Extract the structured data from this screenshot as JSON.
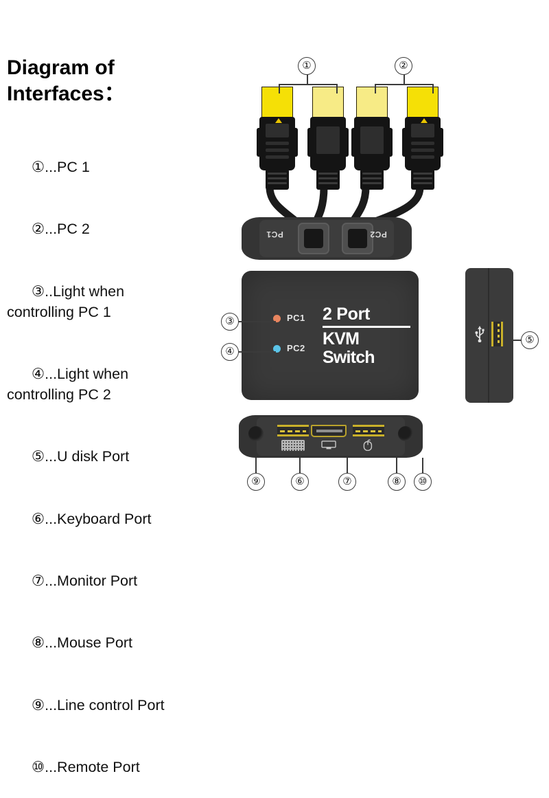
{
  "legend": {
    "title_line1": "Diagram of",
    "title_line2": "Interfaces：",
    "items": [
      {
        "marker": "①",
        "text": "...PC 1"
      },
      {
        "marker": "②",
        "text": "...PC 2"
      },
      {
        "marker": "③",
        "text": "..Light when\ncontrolling PC 1"
      },
      {
        "marker": "④",
        "text": "...Light when\ncontrolling PC 2"
      },
      {
        "marker": "⑤",
        "text": "...U disk Port"
      },
      {
        "marker": "⑥",
        "text": "...Keyboard Port"
      },
      {
        "marker": "⑦",
        "text": "...Monitor Port"
      },
      {
        "marker": "⑧",
        "text": "...Mouse Port"
      },
      {
        "marker": "⑨",
        "text": "...Line control Port"
      },
      {
        "marker": "⑩",
        "text": "...Remote Port"
      }
    ]
  },
  "callouts": {
    "c1": "①",
    "c2": "②",
    "c3": "③",
    "c4": "④",
    "c5": "⑤",
    "c6": "⑥",
    "c7": "⑦",
    "c8": "⑧",
    "c9": "⑨",
    "c10": "⑩"
  },
  "device": {
    "brand_line1": "2 Port",
    "brand_line2": "KVM Switch",
    "led_pc1_label": "PC1",
    "led_pc2_label": "PC2",
    "rear_port1_label": "PC1",
    "rear_port2_label": "PC2"
  },
  "icon_names": {
    "usb_side": "usb-trident-icon",
    "keyboard": "keyboard-icon",
    "monitor": "monitor-icon",
    "mouse": "mouse-icon"
  },
  "colors": {
    "led_pc1": "#e8855f",
    "led_pc2": "#5bc4e8",
    "body_dark": "#3a3a3a",
    "hdmi_tip_bright": "#f5e006",
    "hdmi_tip_pale": "#f7eb86",
    "usb_contact": "#d8c03a",
    "callout_stroke": "#3b3b3b"
  }
}
